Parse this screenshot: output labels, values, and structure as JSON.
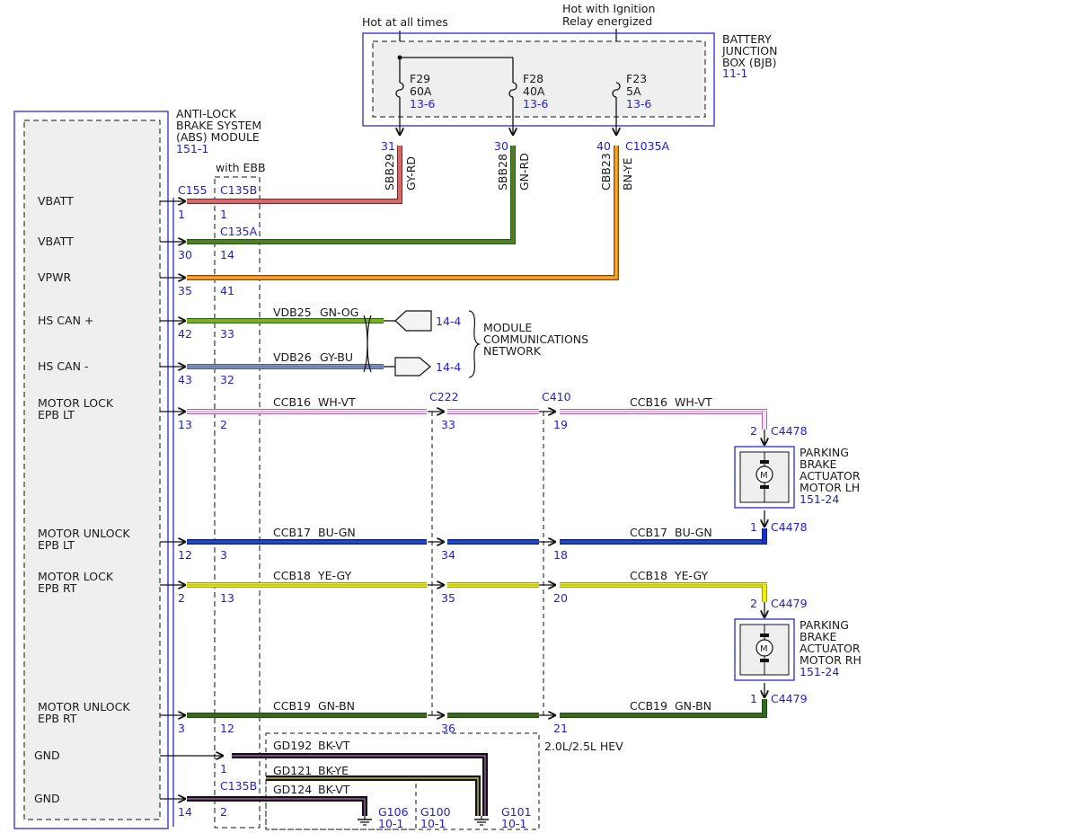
{
  "top_labels": {
    "hot_all": "Hot at all times",
    "hot_ign_1": "Hot with Ignition",
    "hot_ign_2": "Relay energized"
  },
  "bjb": {
    "title_lines": [
      "BATTERY",
      "JUNCTION",
      "BOX (BJB)"
    ],
    "ref": "11-1",
    "fuses": [
      {
        "name": "F29",
        "rating": "60A",
        "ref": "13-6"
      },
      {
        "name": "F28",
        "rating": "40A",
        "ref": "13-6"
      },
      {
        "name": "F23",
        "rating": "5A",
        "ref": "13-6"
      }
    ],
    "pins": [
      "31",
      "30",
      "40"
    ],
    "connector": "C1035A",
    "circuits": [
      "SBB29",
      "SBB28",
      "CBB23"
    ],
    "wire_colors": [
      "GY-RD",
      "GN-RD",
      "BN-YE"
    ]
  },
  "abs": {
    "title_lines": [
      "ANTI-LOCK",
      "BRAKE SYSTEM",
      "(ABS) MODULE"
    ],
    "ref": "151-1",
    "ebb_label": "with EBB",
    "conn_c155": "C155",
    "conn_c135b_top": "C135B",
    "conn_c135a": "C135A",
    "conn_c135b_bottom": "C135B",
    "signals": [
      {
        "l1": "VBATT",
        "l2": "",
        "pin": "1",
        "ebb_pin": "1"
      },
      {
        "l1": "VBATT",
        "l2": "",
        "pin": "30",
        "ebb_pin": "14"
      },
      {
        "l1": "VPWR",
        "l2": "",
        "pin": "35",
        "ebb_pin": "41"
      },
      {
        "l1": "HS CAN +",
        "l2": "",
        "pin": "42",
        "ebb_pin": "33"
      },
      {
        "l1": "HS CAN -",
        "l2": "",
        "pin": "43",
        "ebb_pin": "32"
      },
      {
        "l1": "MOTOR LOCK",
        "l2": "EPB LT",
        "pin": "13",
        "ebb_pin": "2"
      },
      {
        "l1": "MOTOR UNLOCK",
        "l2": "EPB LT",
        "pin": "12",
        "ebb_pin": "3"
      },
      {
        "l1": "MOTOR LOCK",
        "l2": "EPB RT",
        "pin": "2",
        "ebb_pin": "13"
      },
      {
        "l1": "MOTOR UNLOCK",
        "l2": "EPB RT",
        "pin": "3",
        "ebb_pin": "12"
      },
      {
        "l1": "GND",
        "l2": "",
        "pin": "",
        "ebb_pin": "1"
      },
      {
        "l1": "GND",
        "l2": "",
        "pin": "14",
        "ebb_pin": "2"
      }
    ]
  },
  "can": {
    "circuits": [
      "VDB25",
      "VDB26"
    ],
    "colors": [
      "GN-OG",
      "GY-BU"
    ],
    "refs": [
      "14-4",
      "14-4"
    ],
    "network_lines": [
      "MODULE",
      "COMMUNICATIONS",
      "NETWORK"
    ]
  },
  "inline": {
    "c222": "C222",
    "c410": "C410",
    "c222_pins": [
      "33",
      "34",
      "35",
      "36"
    ],
    "c410_pins": [
      "19",
      "18",
      "20",
      "21"
    ]
  },
  "epb_wires": [
    {
      "circuit": "CCB16",
      "color": "WH-VT"
    },
    {
      "circuit": "CCB17",
      "color": "BU-GN"
    },
    {
      "circuit": "CCB18",
      "color": "YE-GY"
    },
    {
      "circuit": "CCB19",
      "color": "GN-BN"
    }
  ],
  "actuators": [
    {
      "lines": [
        "PARKING",
        "BRAKE",
        "ACTUATOR",
        "MOTOR LH"
      ],
      "ref": "151-24",
      "connector": "C4478",
      "pins": [
        "2",
        "1"
      ],
      "symbol": "M"
    },
    {
      "lines": [
        "PARKING",
        "BRAKE",
        "ACTUATOR",
        "MOTOR RH"
      ],
      "ref": "151-24",
      "connector": "C4479",
      "pins": [
        "2",
        "1"
      ],
      "symbol": "M"
    }
  ],
  "grounds": {
    "variant": "2.0L/2.5L HEV",
    "wires": [
      {
        "circuit": "GD192",
        "color": "BK-VT"
      },
      {
        "circuit": "GD121",
        "color": "BK-YE"
      },
      {
        "circuit": "GD124",
        "color": "BK-VT"
      }
    ],
    "points": [
      {
        "name": "G106",
        "ref": "10-1"
      },
      {
        "name": "G100",
        "ref": "10-1"
      },
      {
        "name": "G101",
        "ref": "10-1"
      }
    ]
  },
  "colors": {
    "gy_rd": "#e05050",
    "gn_rd": "#2c7a1c",
    "bn_ye": "#e07818",
    "gn_og": "#48a818",
    "gy_bu": "#7a8aa8",
    "wh_vt": "#c060c0",
    "bu_gn": "#1830c8",
    "ye_gy": "#e8e800",
    "gn_bn": "#2a6a1a",
    "bk_vt": "#111111",
    "outline_blue": "#2a2ad6"
  }
}
